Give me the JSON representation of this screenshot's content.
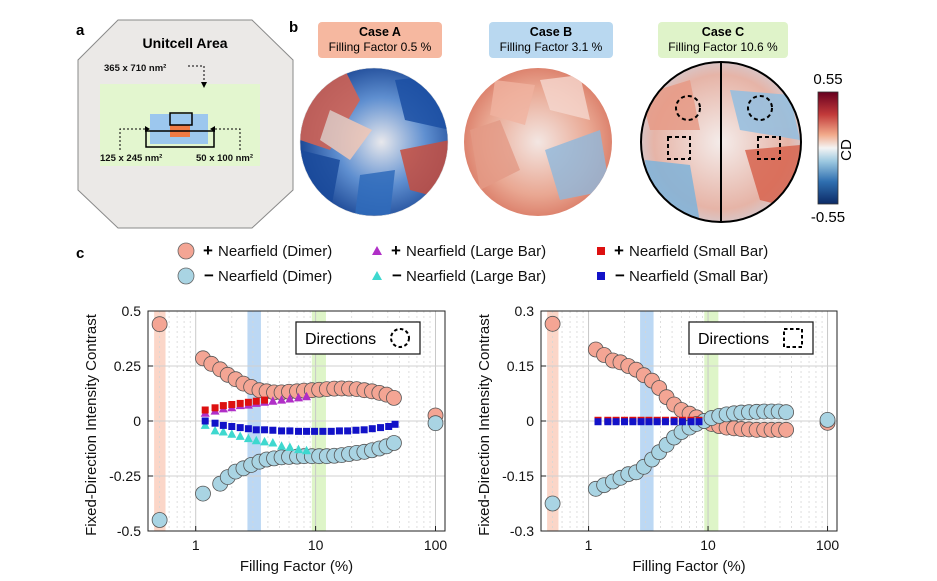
{
  "panels": {
    "a": "a",
    "b": "b",
    "c": "c"
  },
  "panel_a": {
    "title": "Unitcell Area",
    "dim_unitcell": "365 x 710 nm²",
    "dim_large_bar": "125 x 245 nm²",
    "dim_small_bar": "50 x 100 nm²"
  },
  "cases": [
    {
      "name": "Case A",
      "subtitle": "Filling Factor 0.5 %",
      "bg": "#f6b8a0"
    },
    {
      "name": "Case B",
      "subtitle": "Filling Factor 3.1 %",
      "bg": "#b9d8f0"
    },
    {
      "name": "Case C",
      "subtitle": "Filling Factor 10.6 %",
      "bg": "#dff3c9"
    }
  ],
  "colorbar": {
    "max": "0.55",
    "min": "-0.55",
    "label": "CD"
  },
  "legend": {
    "dimer_plus": "Nearfield (Dimer)",
    "dimer_minus": "Nearfield (Dimer)",
    "large_plus": "Nearfield (Large Bar)",
    "large_minus": "Nearfield (Large Bar)",
    "small_plus": "Nearfield (Small Bar)",
    "small_minus": "Nearfield (Small Bar)"
  },
  "colors": {
    "dimer_plus": "#f4a594",
    "dimer_minus": "#a9d4e3",
    "large_plus": "#b02fc7",
    "large_minus": "#3ed8cf",
    "small_plus": "#dd1010",
    "small_minus": "#1212c8",
    "band_A": "#f9c8b6",
    "band_B": "#a6cbf0",
    "band_C": "#d3f2b6"
  },
  "chart_data": [
    {
      "type": "scatter",
      "xscale": "log",
      "xlabel": "Filling Factor (%)",
      "ylabel": "Fixed-Direction Intensity Contrast",
      "xlim": [
        0.4,
        120
      ],
      "ylim": [
        -0.5,
        0.5
      ],
      "yticks": [
        "0.5",
        "0.25",
        "0",
        "-0.25",
        "-0.5"
      ],
      "ytick_values": [
        0.5,
        0.25,
        0,
        -0.25,
        -0.5
      ],
      "xticks": [
        "1",
        "10",
        "100"
      ],
      "xtick_values": [
        1,
        10,
        100
      ],
      "annotation": "Directions",
      "annotation_marker": "dashed circle",
      "bands": [
        [
          0.45,
          0.56
        ],
        [
          2.7,
          3.5
        ],
        [
          9.3,
          12.2
        ]
      ],
      "series": [
        {
          "key": "dimer_plus",
          "marker": "circle",
          "x": [
            0.5,
            1.15,
            1.35,
            1.6,
            1.85,
            2.15,
            2.5,
            2.9,
            3.4,
            3.9,
            4.5,
            5.2,
            6.0,
            7.0,
            8.0,
            9.3,
            10.7,
            12.4,
            14.3,
            16.5,
            19.0,
            22,
            25.5,
            29.5,
            34,
            39,
            45,
            100
          ],
          "y": [
            0.44,
            0.285,
            0.26,
            0.235,
            0.21,
            0.19,
            0.17,
            0.155,
            0.14,
            0.135,
            0.13,
            0.13,
            0.133,
            0.135,
            0.138,
            0.14,
            0.142,
            0.145,
            0.147,
            0.148,
            0.147,
            0.145,
            0.14,
            0.135,
            0.128,
            0.12,
            0.105,
            0.025
          ]
        },
        {
          "key": "dimer_minus",
          "marker": "circle",
          "x": [
            0.5,
            1.15,
            1.6,
            1.85,
            2.15,
            2.5,
            2.9,
            3.4,
            3.9,
            4.5,
            5.2,
            6.0,
            7.0,
            8.0,
            9.3,
            10.7,
            12.4,
            14.3,
            16.5,
            19.0,
            22,
            25.5,
            29.5,
            34,
            39,
            45,
            100
          ],
          "y": [
            -0.45,
            -0.33,
            -0.285,
            -0.255,
            -0.23,
            -0.215,
            -0.2,
            -0.185,
            -0.175,
            -0.17,
            -0.165,
            -0.163,
            -0.162,
            -0.16,
            -0.16,
            -0.16,
            -0.16,
            -0.158,
            -0.155,
            -0.15,
            -0.145,
            -0.14,
            -0.133,
            -0.125,
            -0.115,
            -0.1,
            -0.01
          ]
        },
        {
          "key": "large_plus",
          "marker": "triangle",
          "x": [
            1.2,
            1.45,
            1.7,
            2.0,
            2.35,
            2.75,
            3.2,
            3.75,
            4.4,
            5.2,
            6.1,
            7.2,
            8.4
          ],
          "y": [
            0.035,
            0.045,
            0.055,
            0.06,
            0.07,
            0.072,
            0.08,
            0.085,
            0.09,
            0.095,
            0.1,
            0.105,
            0.11
          ]
        },
        {
          "key": "large_minus",
          "marker": "triangle",
          "x": [
            1.2,
            1.45,
            1.7,
            2.0,
            2.35,
            2.75,
            3.2,
            3.75,
            4.4,
            5.2,
            6.1,
            7.2,
            8.4
          ],
          "y": [
            -0.02,
            -0.045,
            -0.05,
            -0.06,
            -0.07,
            -0.08,
            -0.09,
            -0.095,
            -0.1,
            -0.115,
            -0.12,
            -0.13,
            -0.135
          ]
        },
        {
          "key": "small_plus",
          "marker": "square",
          "x": [
            1.2,
            1.45,
            1.7,
            2.0,
            2.35,
            2.75,
            3.2,
            3.75
          ],
          "y": [
            0.05,
            0.06,
            0.07,
            0.075,
            0.08,
            0.085,
            0.09,
            0.095
          ]
        },
        {
          "key": "small_minus",
          "marker": "square",
          "x": [
            1.2,
            1.45,
            1.7,
            2.0,
            2.35,
            2.75,
            3.2,
            3.75,
            4.4,
            5.2,
            6.1,
            7.2,
            8.4,
            9.8,
            11.5,
            13.5,
            15.8,
            18.5,
            21.7,
            25.4,
            29.7,
            34.8,
            40.7,
            46
          ],
          "y": [
            0.0,
            -0.01,
            -0.02,
            -0.025,
            -0.03,
            -0.035,
            -0.04,
            -0.04,
            -0.042,
            -0.045,
            -0.045,
            -0.047,
            -0.047,
            -0.047,
            -0.047,
            -0.047,
            -0.045,
            -0.045,
            -0.042,
            -0.04,
            -0.035,
            -0.03,
            -0.025,
            -0.015
          ]
        }
      ]
    },
    {
      "type": "scatter",
      "xscale": "log",
      "xlabel": "Filling Factor (%)",
      "ylabel": "Fixed-Direction Intensity Contrast",
      "xlim": [
        0.4,
        120
      ],
      "ylim": [
        -0.3,
        0.3
      ],
      "yticks": [
        "0.3",
        "0.15",
        "0",
        "-0.15",
        "-0.3"
      ],
      "ytick_values": [
        0.3,
        0.15,
        0,
        -0.15,
        -0.3
      ],
      "xticks": [
        "1",
        "10",
        "100"
      ],
      "xtick_values": [
        1,
        10,
        100
      ],
      "annotation": "Directions",
      "annotation_marker": "dashed square",
      "bands": [
        [
          0.45,
          0.56
        ],
        [
          2.7,
          3.5
        ],
        [
          9.3,
          12.2
        ]
      ],
      "series": [
        {
          "key": "dimer_plus",
          "marker": "circle",
          "x": [
            0.5,
            1.15,
            1.35,
            1.6,
            1.85,
            2.15,
            2.5,
            2.9,
            3.4,
            3.9,
            4.5,
            5.2,
            6.0,
            7.0,
            8.0,
            9.3,
            10.7,
            12.4,
            14.3,
            16.5,
            19.0,
            22,
            25.5,
            29.5,
            34,
            39,
            45,
            100
          ],
          "y": [
            0.265,
            0.195,
            0.18,
            0.165,
            0.16,
            0.15,
            0.14,
            0.125,
            0.11,
            0.09,
            0.065,
            0.045,
            0.03,
            0.02,
            0.01,
            0.0,
            -0.008,
            -0.014,
            -0.018,
            -0.02,
            -0.022,
            -0.023,
            -0.024,
            -0.024,
            -0.024,
            -0.024,
            -0.024,
            -0.005
          ]
        },
        {
          "key": "dimer_minus",
          "marker": "circle",
          "x": [
            0.5,
            1.15,
            1.35,
            1.6,
            1.85,
            2.15,
            2.5,
            2.9,
            3.4,
            3.9,
            4.5,
            5.2,
            6.0,
            7.0,
            8.0,
            9.3,
            10.7,
            12.4,
            14.3,
            16.5,
            19.0,
            22,
            25.5,
            29.5,
            34,
            39,
            45,
            100
          ],
          "y": [
            -0.225,
            -0.185,
            -0.175,
            -0.165,
            -0.155,
            -0.145,
            -0.14,
            -0.125,
            -0.105,
            -0.085,
            -0.065,
            -0.045,
            -0.03,
            -0.018,
            -0.008,
            0.0,
            0.008,
            0.014,
            0.018,
            0.021,
            0.023,
            0.024,
            0.025,
            0.026,
            0.026,
            0.026,
            0.024,
            0.003
          ]
        },
        {
          "key": "small_plus",
          "marker": "square",
          "x": [
            1.2,
            1.45,
            1.7,
            2.0,
            2.35,
            2.75,
            3.2,
            3.75,
            4.4,
            5.2,
            6.1,
            7.2,
            8.4
          ],
          "y": [
            0.002,
            0.002,
            0.002,
            0.002,
            0.002,
            0.002,
            0.002,
            0.002,
            0.002,
            0.002,
            0.002,
            0.002,
            0.002
          ]
        },
        {
          "key": "small_minus",
          "marker": "square",
          "x": [
            1.2,
            1.45,
            1.7,
            2.0,
            2.35,
            2.75,
            3.2,
            3.75,
            4.4,
            5.2,
            6.1,
            7.2,
            8.4
          ],
          "y": [
            -0.002,
            -0.002,
            -0.002,
            -0.002,
            -0.002,
            -0.002,
            -0.002,
            -0.002,
            -0.002,
            -0.002,
            -0.002,
            -0.002,
            -0.002
          ]
        }
      ]
    }
  ]
}
